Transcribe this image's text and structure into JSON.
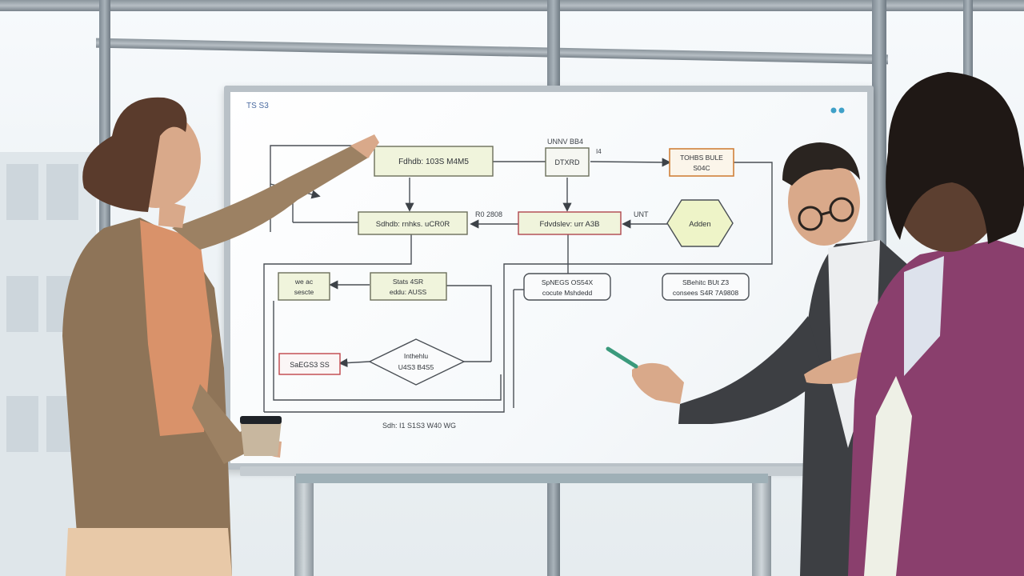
{
  "board": {
    "corner_left": "TS S3",
    "top_label": "UNNV BB4",
    "side_label_mid": "R0 2808",
    "side_label_right": "UNT",
    "arrow_mark": "I4",
    "footer": "Sdh: I1 S1S3 W40 WG",
    "nodes": {
      "n1": "Fdhdb: 103S M4M5",
      "n2": "DTXRD",
      "n3a": "TOHBS BULE",
      "n3b": "S04C",
      "n4": "Sdhdb: rnhks. uCR0R",
      "n5": "Fdvdslev: urr A3B",
      "n6": "Adden",
      "n7a": "we ac",
      "n7b": "sescte",
      "n8a": "Stats 4SR",
      "n8b": "eddu: AUSS",
      "n9a": "SpNEGS OS54X",
      "n9b": "cocute Mshdedd",
      "n10a": "SBehitc BUt Z3",
      "n10b": "consees S4R 7A9808",
      "n11": "SaEGS3 SS",
      "n12a": "Inthehlu",
      "n12b": "U4S3 B4S5"
    }
  },
  "colors": {
    "board_line": "#4a4f55",
    "box_fill": "#f0f4dc",
    "box_stroke": "#6b6f5a",
    "orange_stroke": "#d0803a",
    "red_stroke": "#c0454a",
    "hex_fill": "#eef4c8"
  }
}
